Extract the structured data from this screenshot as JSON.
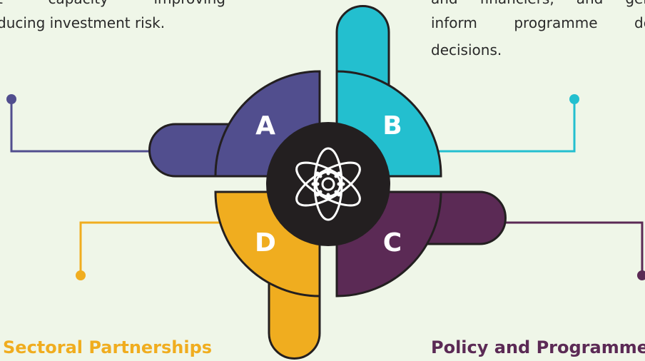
{
  "diagram": {
    "segments": [
      {
        "letter": "A",
        "color": "#514e8e"
      },
      {
        "letter": "B",
        "color": "#23bfcf"
      },
      {
        "letter": "C",
        "color": "#5b2a55"
      },
      {
        "letter": "D",
        "color": "#f0ad1f"
      }
    ],
    "center_icon": "atom-gear-icon",
    "outline_color": "#231f20"
  },
  "left_text": {
    "line1_words": [
      "t",
      "capacity",
      "improving"
    ],
    "line2": "ducing investment risk."
  },
  "right_text": {
    "line1_words": [
      "and",
      "financiers,",
      "and",
      "gen"
    ],
    "line2_words": [
      "inform",
      "programme",
      "de"
    ],
    "line3": "decisions."
  },
  "headings": {
    "left": "Sectoral Partnerships",
    "right": "Policy and Programme"
  }
}
